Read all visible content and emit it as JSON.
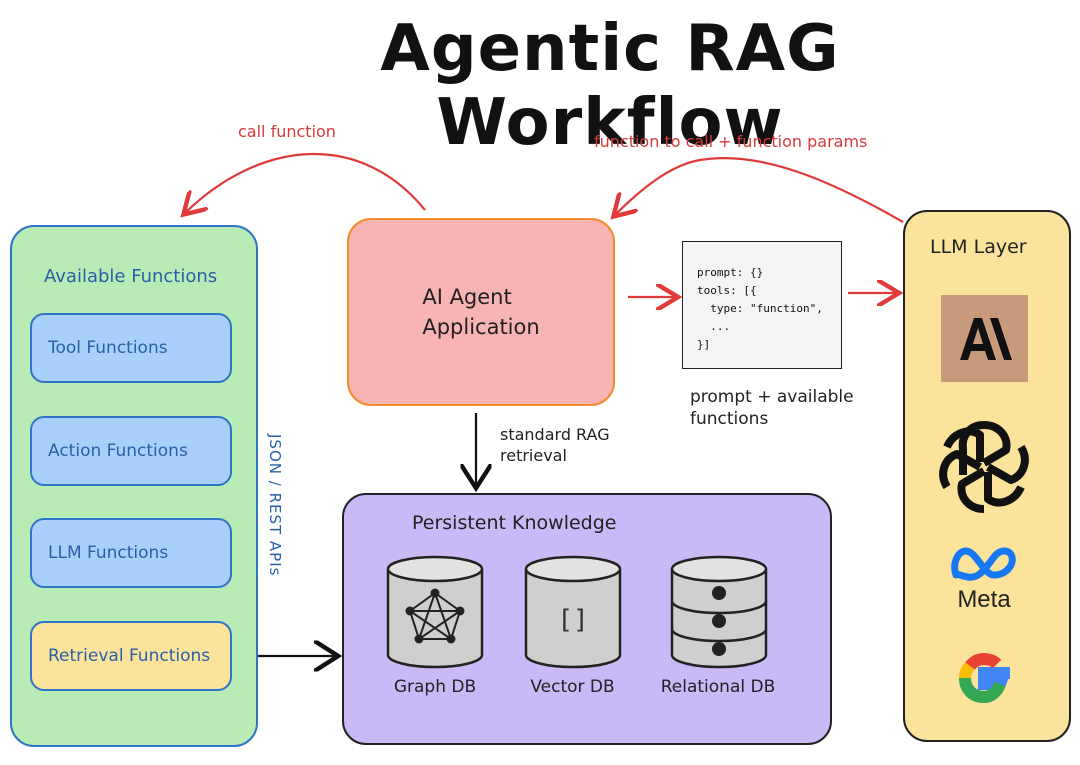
{
  "title": "Agentic RAG Workflow",
  "arrows": {
    "call_function": "call function",
    "function_to_call": "function to call + function params",
    "standard_rag": [
      "standard RAG",
      "retrieval"
    ],
    "prompt_available": [
      "prompt + available",
      "functions"
    ]
  },
  "functions_panel": {
    "title": "Available Functions",
    "items": [
      "Tool Functions",
      "Action Functions",
      "LLM Functions",
      "Retrieval Functions"
    ],
    "highlighted_index": 3,
    "side_label": "JSON / REST APIs"
  },
  "agent": {
    "line1": "AI Agent",
    "line2": "Application"
  },
  "code_snippet": "prompt: {}\ntools: [{\n  type: \"function\",\n  ...\n}]",
  "knowledge": {
    "title": "Persistent Knowledge",
    "databases": [
      "Graph DB",
      "Vector DB",
      "Relational DB"
    ]
  },
  "llm_layer": {
    "title": "LLM Layer",
    "anthropic_mark": "A\\",
    "meta_label": "Meta"
  },
  "colors": {
    "red_arrow": "#e03a3a",
    "functions_bg": "#b9ecb4",
    "function_box": "#a9d0fb",
    "retrieval_box": "#fbe39b",
    "agent_bg": "#f8b3b3",
    "agent_border": "#f28b2a",
    "knowledge_bg": "#c9b9f6",
    "llm_bg": "#fbe39b"
  },
  "icons": [
    "anthropic-logo-icon",
    "openai-logo-icon",
    "meta-logo-icon",
    "google-logo-icon",
    "graph-db-icon",
    "vector-db-icon",
    "relational-db-icon"
  ]
}
